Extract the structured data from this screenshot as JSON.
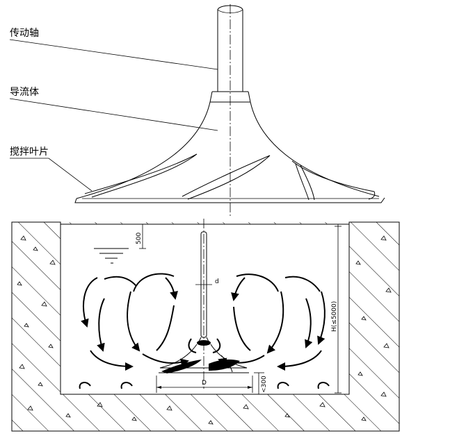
{
  "labels": {
    "shaft": "传动轴",
    "guide_body": "导流体",
    "blades": "搅拌叶片"
  },
  "dimensions": {
    "top_clearance": "500",
    "shaft_diameter": "d",
    "impeller_diameter": "D",
    "bottom_clearance": "<300",
    "water_depth": "H(≤5000)"
  }
}
